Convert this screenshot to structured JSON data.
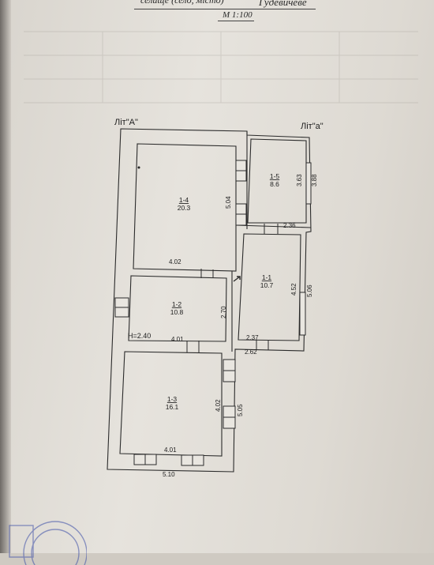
{
  "header": {
    "place_type": "селище (село, місто)",
    "place_name": "Гудевичеве",
    "scale": "М 1:100"
  },
  "labels": {
    "lit_a_upper": "Літ\"А\"",
    "lit_a_lower": "Літ\"а\"",
    "height": "Н=2.40"
  },
  "rooms": [
    {
      "id": "1-4",
      "area": "20.3"
    },
    {
      "id": "1-5",
      "area": "8.6"
    },
    {
      "id": "1-1",
      "area": "10.7"
    },
    {
      "id": "1-2",
      "area": "10.8"
    },
    {
      "id": "1-3",
      "area": "16.1"
    }
  ],
  "dimensions": {
    "d_5_04": "5.04",
    "d_4_02_top": "4.02",
    "d_3_63": "3.63",
    "d_3_88": "3.88",
    "d_2_36": "2.36",
    "d_4_52": "4.52",
    "d_5_06": "5.06",
    "d_2_37": "2.37",
    "d_2_62": "2.62",
    "d_2_70": "2.70",
    "d_4_01_mid": "4.01",
    "d_4_02_right": "4.02",
    "d_5_05": "5.05",
    "d_4_01_bottom": "4.01",
    "d_5_10": "5.10"
  }
}
